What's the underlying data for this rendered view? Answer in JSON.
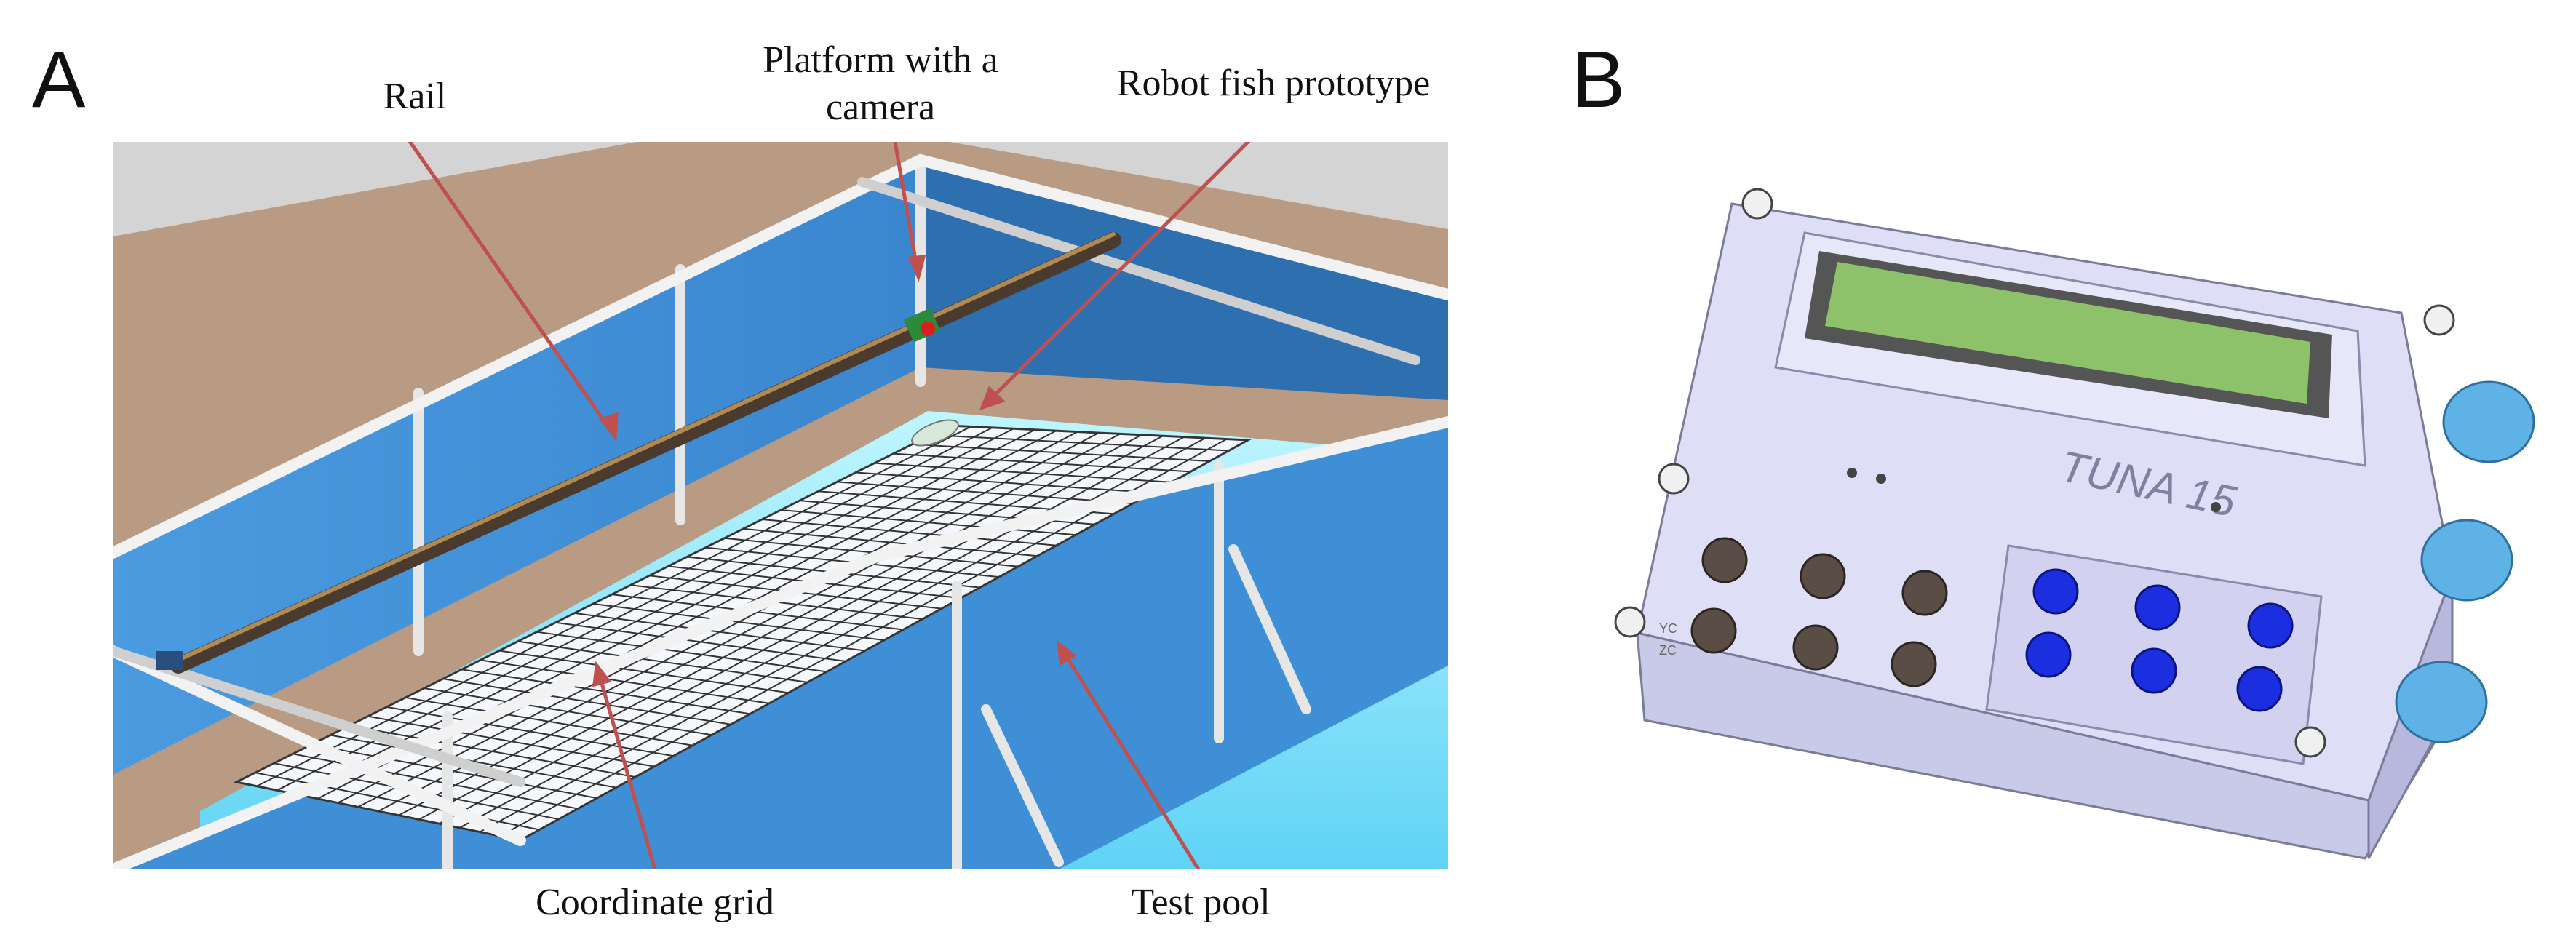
{
  "panels": {
    "a": {
      "letter": "A",
      "labels": {
        "rail": "Rail",
        "platform": "Platform with a camera",
        "robot_fish": "Robot fish prototype",
        "grid": "Coordinate grid",
        "pool": "Test pool"
      }
    },
    "b": {
      "letter": "B",
      "device_label": "TUNA 15",
      "axis_labels": {
        "yc": "YC",
        "zc": "ZC"
      }
    }
  },
  "colors": {
    "floor": "#b99a83",
    "background_wall": "#d4d4d4",
    "pool_wall": "#3f8fd6",
    "pool_wall_dark": "#2f74b8",
    "grid_glow": "#8fe8ff",
    "grid_line": "#222222",
    "arrow": "#c0504d",
    "rail": "#5a4a3a",
    "device_body": "#d9d9f2",
    "lcd": "#8ec26a",
    "blue_button": "#1c2fe0",
    "brown_button": "#5a4d45",
    "knob": "#5fb2e6"
  }
}
